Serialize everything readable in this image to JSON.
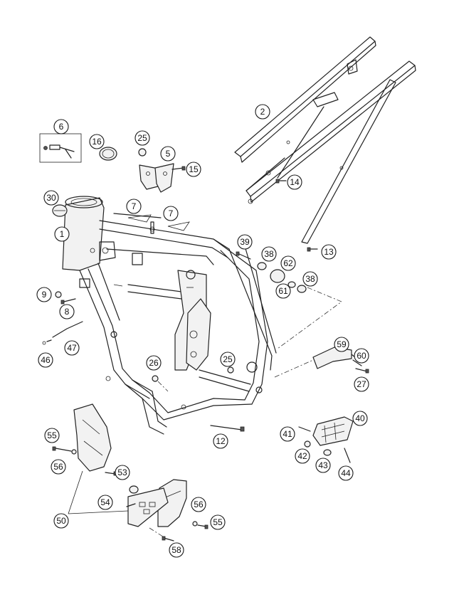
{
  "callouts": [
    {
      "label": "1"
    },
    {
      "label": "2"
    },
    {
      "label": "5"
    },
    {
      "label": "6"
    },
    {
      "label": "7"
    },
    {
      "label": "7"
    },
    {
      "label": "8"
    },
    {
      "label": "9"
    },
    {
      "label": "12"
    },
    {
      "label": "13"
    },
    {
      "label": "14"
    },
    {
      "label": "15"
    },
    {
      "label": "16"
    },
    {
      "label": "25"
    },
    {
      "label": "25"
    },
    {
      "label": "26"
    },
    {
      "label": "27"
    },
    {
      "label": "30"
    },
    {
      "label": "38"
    },
    {
      "label": "38"
    },
    {
      "label": "39"
    },
    {
      "label": "40"
    },
    {
      "label": "41"
    },
    {
      "label": "42"
    },
    {
      "label": "43"
    },
    {
      "label": "44"
    },
    {
      "label": "46"
    },
    {
      "label": "47"
    },
    {
      "label": "50"
    },
    {
      "label": "53"
    },
    {
      "label": "54"
    },
    {
      "label": "55"
    },
    {
      "label": "55"
    },
    {
      "label": "56"
    },
    {
      "label": "56"
    },
    {
      "label": "58"
    },
    {
      "label": "59"
    },
    {
      "label": "60"
    },
    {
      "label": "61"
    },
    {
      "label": "62"
    }
  ]
}
